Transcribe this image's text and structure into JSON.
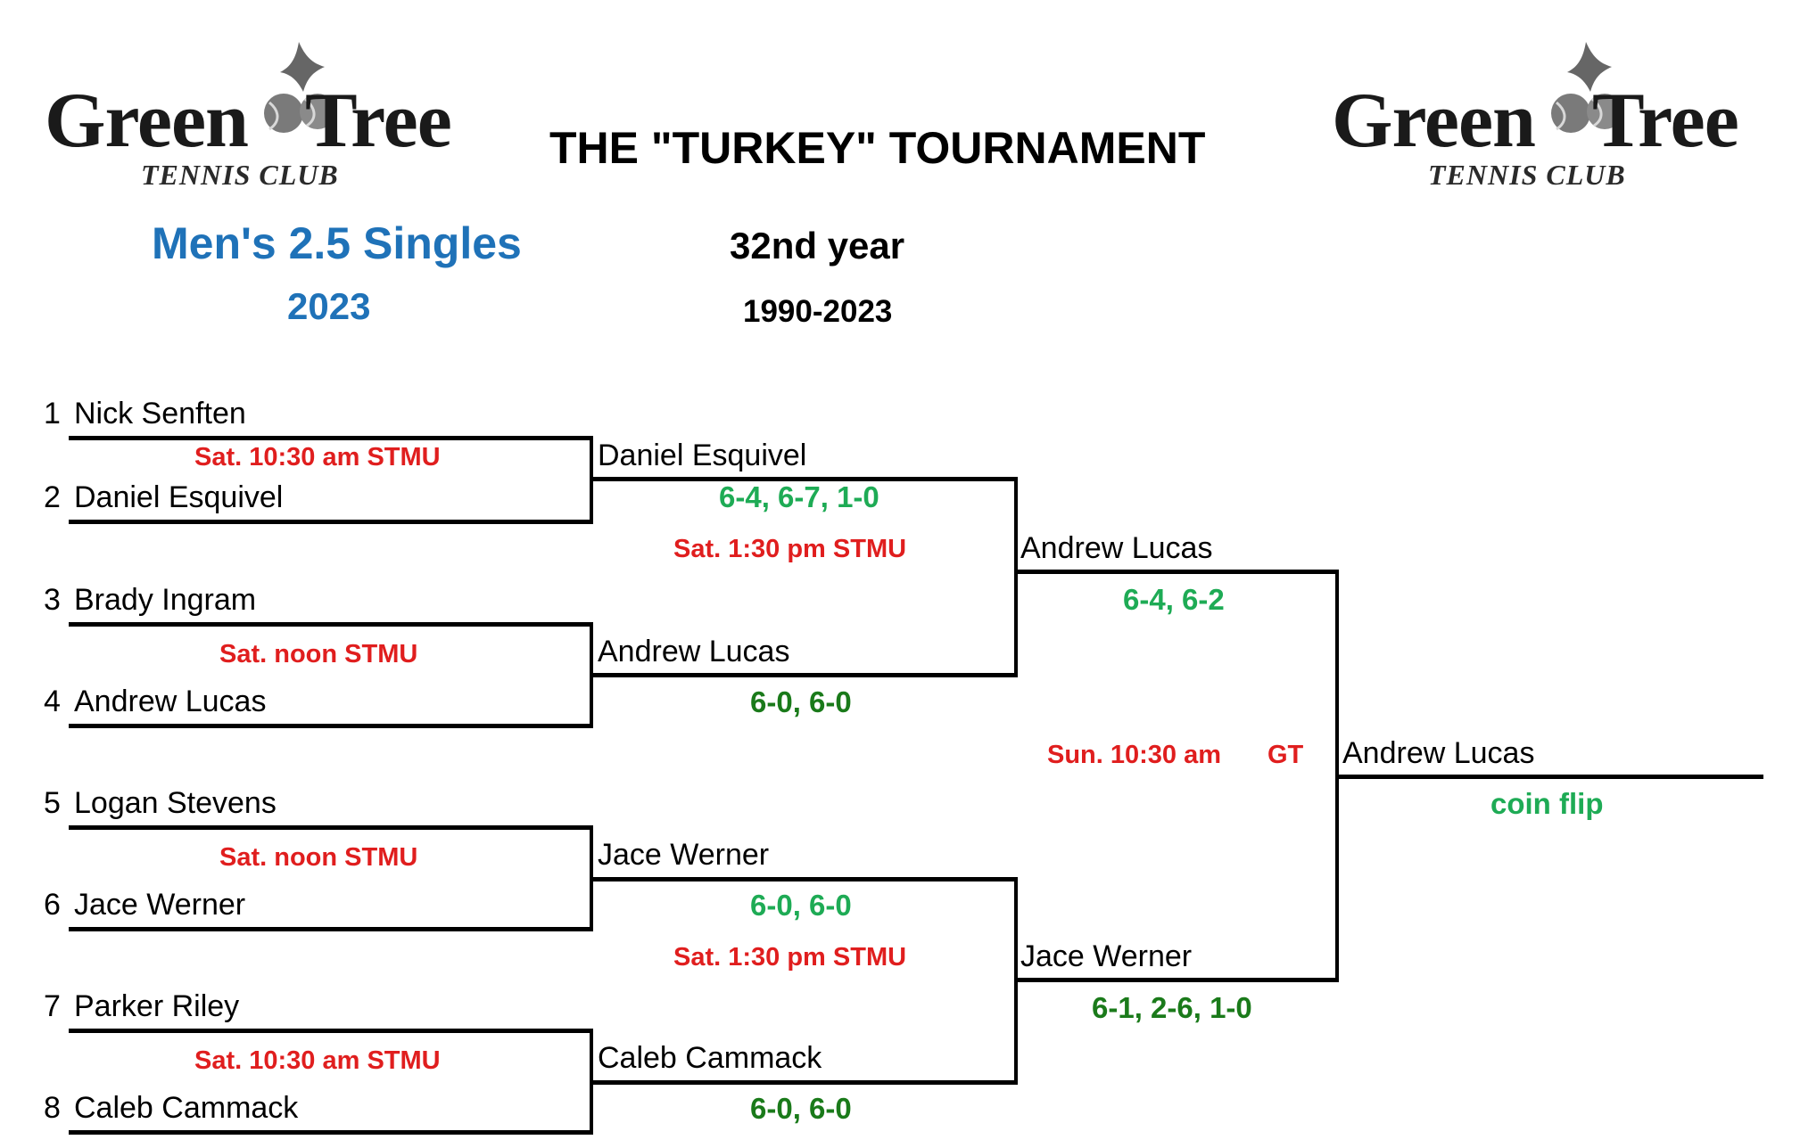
{
  "header": {
    "logo_word_left": "Green",
    "logo_word_right": "Tree",
    "logo_subtitle": "TENNIS CLUB",
    "title": "THE \"TURKEY\" TOURNAMENT",
    "division": "Men's 2.5 Singles",
    "year": "2023",
    "edition": "32nd year",
    "span": "1990-2023"
  },
  "round1": [
    {
      "seed": "1",
      "name": "Nick Senften"
    },
    {
      "seed": "2",
      "name": "Daniel Esquivel"
    },
    {
      "seed": "3",
      "name": "Brady Ingram"
    },
    {
      "seed": "4",
      "name": "Andrew Lucas"
    },
    {
      "seed": "5",
      "name": "Logan Stevens"
    },
    {
      "seed": "6",
      "name": "Jace Werner"
    },
    {
      "seed": "7",
      "name": "Parker Riley"
    },
    {
      "seed": "8",
      "name": "Caleb Cammack"
    }
  ],
  "round1_matches": [
    {
      "schedule": "Sat. 10:30 am  STMU"
    },
    {
      "schedule": "Sat. noon  STMU"
    },
    {
      "schedule": "Sat. noon  STMU"
    },
    {
      "schedule": "Sat. 10:30 am  STMU"
    }
  ],
  "round2": [
    {
      "name": "Daniel Esquivel",
      "score": "6-4, 6-7, 1-0"
    },
    {
      "name": "Andrew Lucas",
      "score": "6-0, 6-0"
    },
    {
      "name": "Jace Werner",
      "score": "6-0, 6-0"
    },
    {
      "name": "Caleb Cammack",
      "score": "6-0, 6-0"
    }
  ],
  "round2_matches": [
    {
      "schedule": "Sat. 1:30 pm  STMU"
    },
    {
      "schedule": "Sat. 1:30 pm  STMU"
    }
  ],
  "semis": [
    {
      "name": "Andrew Lucas",
      "score": "6-4, 6-2"
    },
    {
      "name": "Jace Werner",
      "score": "6-1, 2-6, 1-0"
    }
  ],
  "final_match": {
    "schedule_time": "Sun. 10:30 am",
    "schedule_site": "GT"
  },
  "champion": {
    "name": "Andrew Lucas",
    "score": "coin flip"
  },
  "colors": {
    "schedule": "#e01e1e",
    "score_light": "#1eab55",
    "score_dark": "#1a7a1a",
    "heading_blue": "#1f72b8"
  }
}
